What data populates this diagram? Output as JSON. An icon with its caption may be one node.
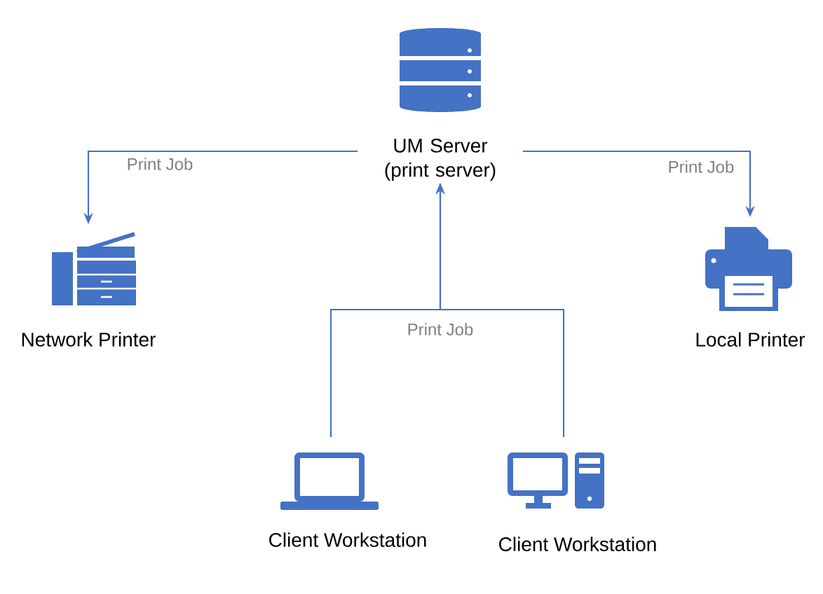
{
  "diagram": {
    "nodes": [
      {
        "text": [
          "UM Server (print server)"
        ]
      },
      {
        "text": [
          "Network Printer"
        ]
      },
      {
        "text": [
          "Local Printer"
        ]
      },
      {
        "text": [
          "Client Workstation"
        ]
      },
      {
        "text": [
          "Client Workstation"
        ]
      }
    ],
    "edges": [
      {
        "from": 0,
        "to": 1,
        "arrow": "to",
        "label": "Print Job"
      },
      {
        "from": 0,
        "to": 2,
        "arrow": "to",
        "label": "Print Job"
      },
      {
        "from": 3,
        "to": 0,
        "arrow": "to",
        "label": "Print Job"
      },
      {
        "from": 4,
        "to": 0,
        "arrow": "to"
      }
    ]
  }
}
